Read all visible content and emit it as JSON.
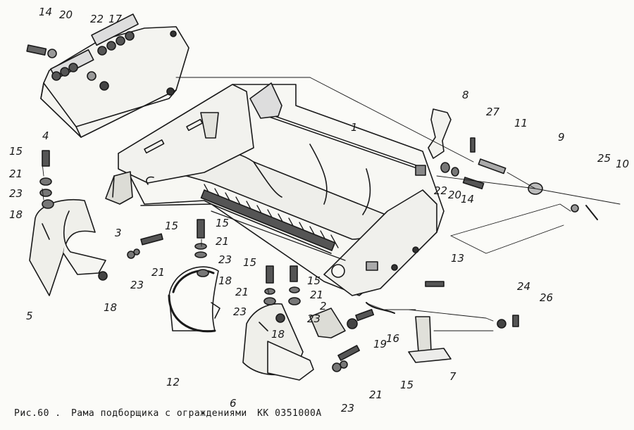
{
  "diagram": {
    "caption": {
      "figure": "Рис.60 .",
      "title": "Рама подборщика с ограждениями",
      "code": "КК 0351000А"
    },
    "labels": {
      "p14_a": "14",
      "p20_a": "20",
      "p22_a": "22",
      "p17": "17",
      "p4": "4",
      "p15_a": "15",
      "p21_a": "21",
      "p23_a": "23",
      "p18_a": "18",
      "p3": "3",
      "p15_b": "15",
      "p21_b": "21",
      "p23_b": "23",
      "p5": "5",
      "p18_b": "18",
      "p1": "1",
      "p8": "8",
      "p27": "27",
      "p11": "11",
      "p9": "9",
      "p25": "25",
      "p10": "10",
      "p22_b": "22",
      "p20_b": "20",
      "p14_b": "14",
      "p15_c": "15",
      "p21_c": "21",
      "p23_c": "23",
      "p18_c": "18",
      "p15_d": "15",
      "p21_d": "21",
      "p23_d": "23",
      "p15_e": "15",
      "p21_e": "21",
      "p23_e": "23",
      "p18_d": "18",
      "p2": "2",
      "p19": "19",
      "p16": "16",
      "p12": "12",
      "p13": "13",
      "p24": "24",
      "p26": "26",
      "p7": "7",
      "p6": "6",
      "p15_f": "15",
      "p21_f": "21",
      "p23_f": "23"
    }
  }
}
